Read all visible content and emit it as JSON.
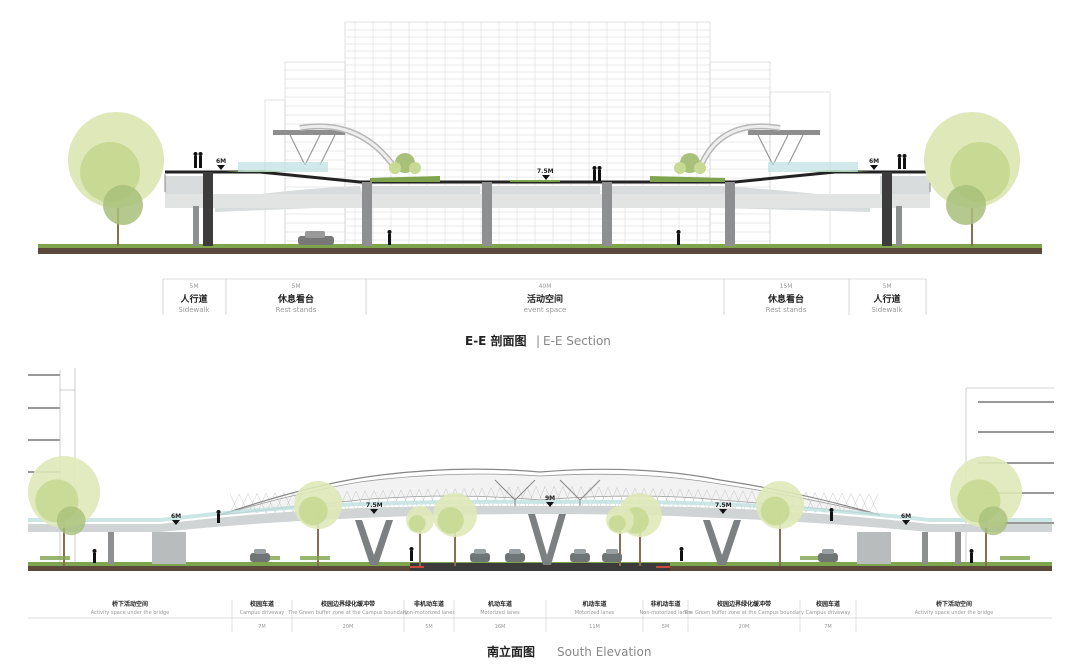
{
  "section": {
    "caption_zh": "E-E 剖面图",
    "caption_sep": "|",
    "caption_en": "E-E Section",
    "elev_side": "6M",
    "elev_center": "7.5M",
    "zones": [
      {
        "dim": "5M",
        "zh": "人行道",
        "en": "Sidewalk"
      },
      {
        "dim": "5M",
        "zh": "休息看台",
        "en": "Rest stands"
      },
      {
        "dim": "40M",
        "zh": "活动空间",
        "en": "event space"
      },
      {
        "dim": "15M",
        "zh": "休息看台",
        "en": "Rest stands"
      },
      {
        "dim": "5M",
        "zh": "人行道",
        "en": "Sidewalk"
      }
    ]
  },
  "elevation": {
    "caption_zh": "南立面图",
    "caption_en": "South Elevation",
    "elev_left": "6M",
    "elev_mid_left": "7.5M",
    "elev_top": "9M",
    "elev_mid_right": "7.5M",
    "elev_right": "6M",
    "zones": [
      {
        "zh": "桥下活动空间",
        "en": "Activity space under the bridge",
        "dim": ""
      },
      {
        "zh": "校园车道",
        "en": "Campus driveway",
        "dim": "7M"
      },
      {
        "zh": "校园边界绿化缓冲带",
        "en": "The Green buffer zone at the Campus boundary",
        "dim": "20M"
      },
      {
        "zh": "非机动车道",
        "en": "Non-motorized lanes",
        "dim": "5M"
      },
      {
        "zh": "机动车道",
        "en": "Motorized lanes",
        "dim": "16M"
      },
      {
        "zh": "机动车道",
        "en": "Motorized lanes",
        "dim": "11M"
      },
      {
        "zh": "非机动车道",
        "en": "Non-motorized lanes",
        "dim": "5M"
      },
      {
        "zh": "校园边界绿化缓冲带",
        "en": "The Green buffer zone at the Campus boundary",
        "dim": "20M"
      },
      {
        "zh": "校园车道",
        "en": "Campus driveway",
        "dim": "7M"
      },
      {
        "zh": "桥下活动空间",
        "en": "Activity space under the bridge",
        "dim": ""
      }
    ]
  },
  "colors": {
    "tree_light": "#dfe8b8",
    "tree_mid": "#c8d993",
    "tree_dark": "#a8c07a",
    "ground": "#5b4a3c",
    "grass": "#7ea44e",
    "deck": "#222222",
    "underside": "#d9dcdc",
    "glass": "#bfe0e0",
    "column": "#8d8f91"
  }
}
